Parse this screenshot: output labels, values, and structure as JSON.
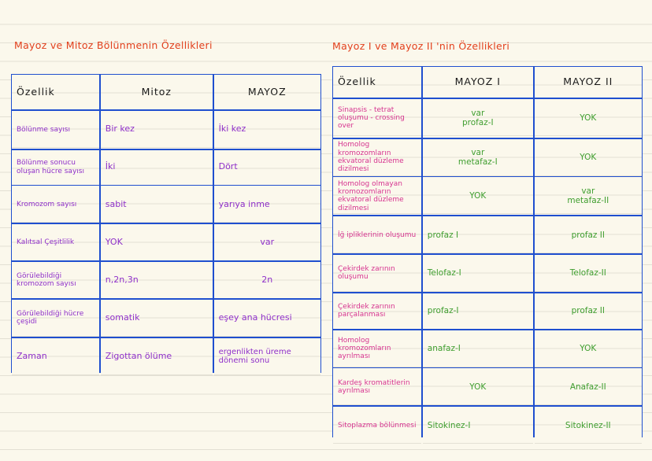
{
  "left": {
    "title": "Mayoz ve Mitoz Bölünmenin Özellikleri",
    "headers": [
      "Özellik",
      "Mitoz",
      "MAYOZ"
    ],
    "rows": [
      {
        "label": "Bölünme sayısı",
        "mitoz": "Bir kez",
        "mayoz": "İki kez"
      },
      {
        "label": "Bölünme sonucu oluşan hücre sayısı",
        "mitoz": "İki",
        "mayoz": "Dört"
      },
      {
        "label": "Kromozom sayısı",
        "mitoz": "sabit",
        "mayoz": "yarıya inme"
      },
      {
        "label": "Kalıtsal Çeşitlilik",
        "mitoz": "YOK",
        "mayoz": "var"
      },
      {
        "label": "Görülebildiği kromozom sayısı",
        "mitoz": "n,2n,3n",
        "mayoz": "2n"
      },
      {
        "label": "Görülebildiği hücre çeşidi",
        "mitoz": "somatik",
        "mayoz": "eşey ana hücresi"
      },
      {
        "label": "Zaman",
        "mitoz": "Zigottan ölüme",
        "mayoz": "ergenlikten üreme dönemi sonu"
      }
    ]
  },
  "right": {
    "title": "Mayoz I ve Mayoz II 'nin Özellikleri",
    "headers": [
      "Özellik",
      "MAYOZ I",
      "MAYOZ II"
    ],
    "rows": [
      {
        "label": "Sinapsis - tetrat oluşumu - crossing over",
        "m1": [
          "var",
          "profaz-I"
        ],
        "m2": [
          "YOK"
        ]
      },
      {
        "label": "Homolog kromozomların ekvatoral düzleme dizilmesi",
        "m1": [
          "var",
          "metafaz-I"
        ],
        "m2": [
          "YOK"
        ]
      },
      {
        "label": "Homolog olmayan kromozomların ekvatoral düzleme dizilmesi",
        "m1": [
          "YOK"
        ],
        "m2": [
          "var",
          "metafaz-II"
        ]
      },
      {
        "label": "İğ ipliklerinin oluşumu",
        "m1": [
          "profaz I"
        ],
        "m2": [
          "profaz II"
        ]
      },
      {
        "label": "Çekirdek zarının oluşumu",
        "m1": [
          "Telofaz-I"
        ],
        "m2": [
          "Telofaz-II"
        ]
      },
      {
        "label": "Çekirdek zarının parçalanması",
        "m1": [
          "profaz-I"
        ],
        "m2": [
          "profaz II"
        ]
      },
      {
        "label": "Homolog kromozomların ayrılması",
        "m1": [
          "anafaz-I"
        ],
        "m2": [
          "YOK"
        ]
      },
      {
        "label": "Kardeş kromatitlerin ayrılması",
        "m1": [
          "YOK"
        ],
        "m2": [
          "Anafaz-II"
        ]
      },
      {
        "label": "Sitoplazma bölünmesi",
        "m1": [
          "Sitokinez-I"
        ],
        "m2": [
          "Sitokinez-II"
        ]
      }
    ]
  }
}
